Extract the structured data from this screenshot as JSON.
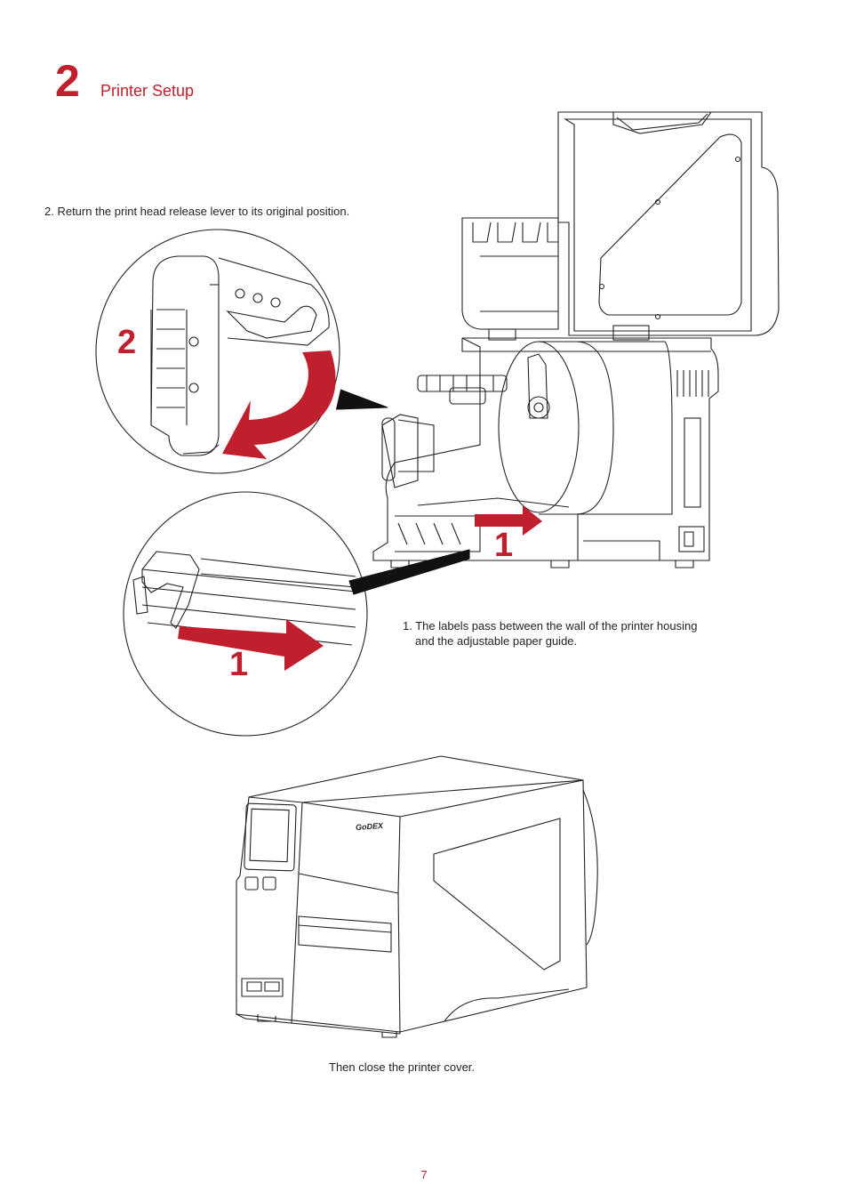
{
  "header": {
    "section_number": "2",
    "section_title": "Printer Setup"
  },
  "steps": {
    "step2_text": "2. Return the print head release lever to its original position.",
    "step1_line1": "1. The labels pass between the wall of the printer housing",
    "step1_line2": "and the adjustable paper guide.",
    "close_text": "Then close the printer cover."
  },
  "callouts": {
    "detail2_number": "2",
    "detail1_number": "1",
    "printer_callout_number": "1"
  },
  "printer": {
    "brand_label": "GoDEX"
  },
  "footer": {
    "page_number": "7"
  },
  "colors": {
    "accent": "#c0202e",
    "line": "#222222"
  }
}
